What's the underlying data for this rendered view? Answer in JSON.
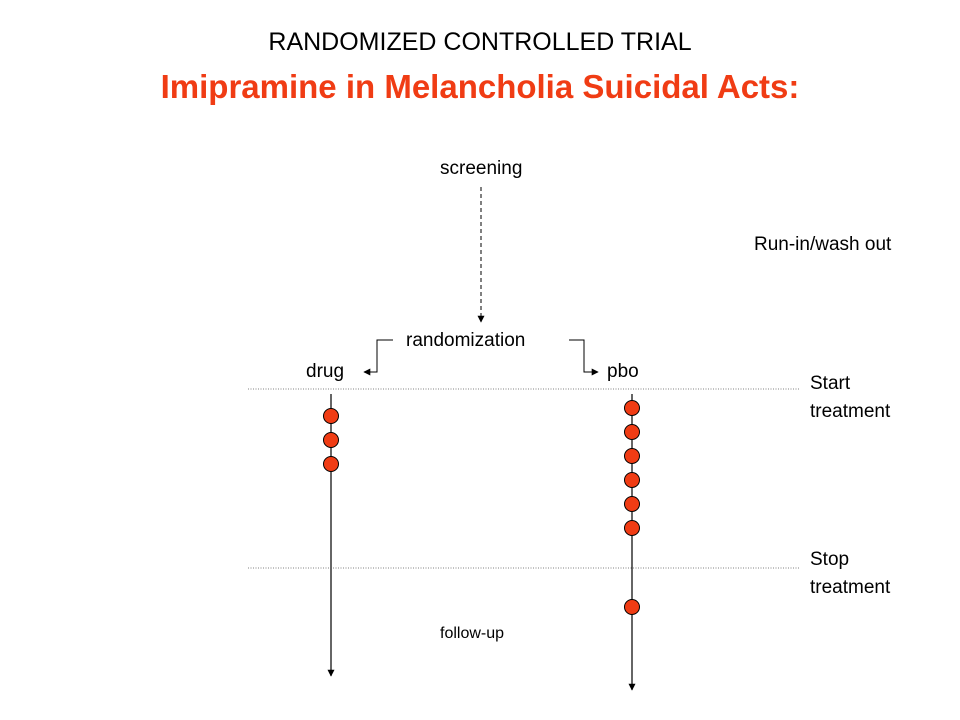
{
  "header": "RANDOMIZED CONTROLLED TRIAL",
  "title": "Imipramine in Melancholia Suicidal Acts:",
  "title_color": "#f03c14",
  "labels": {
    "screening": "screening",
    "run_in": "Run-in/wash out",
    "randomization": "randomization",
    "drug": "drug",
    "pbo": "pbo",
    "start_line1": "Start",
    "start_line2": "treatment",
    "stop_line1": "Stop",
    "stop_line2": "treatment",
    "follow_up": "follow-up"
  },
  "events": {
    "drug_during_treatment": 3,
    "pbo_during_treatment": 6,
    "pbo_follow_up": 1
  },
  "colors": {
    "event_fill": "#f03c14",
    "line": "#000000",
    "dotted": "#808080"
  }
}
